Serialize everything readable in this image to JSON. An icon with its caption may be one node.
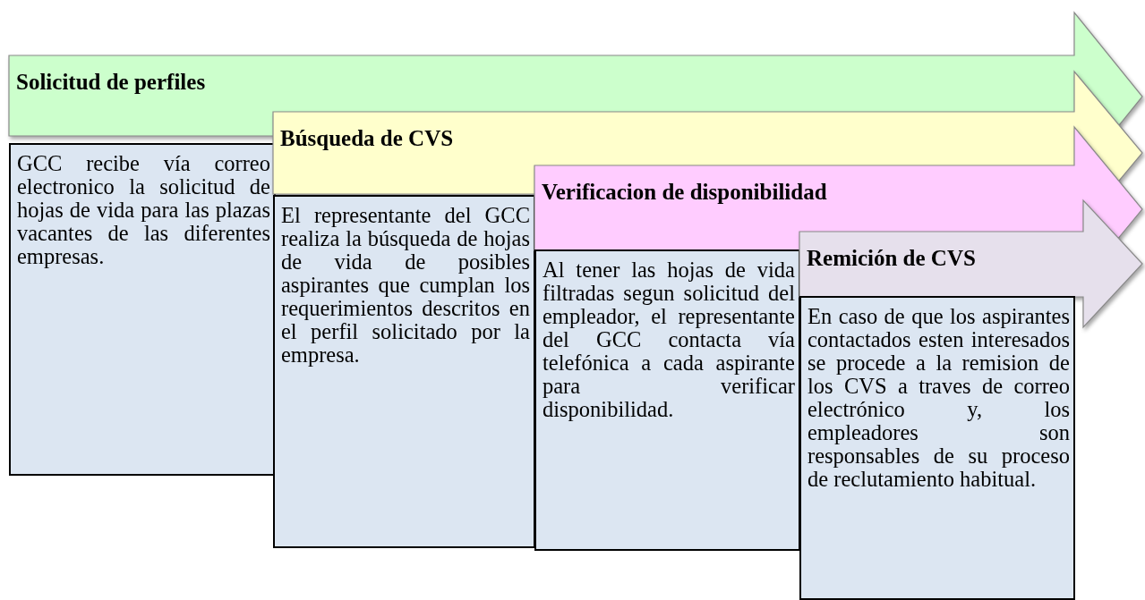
{
  "diagram": {
    "nodes": [
      {
        "text": [
          "Solicitud de perfiles"
        ]
      },
      {
        "text": [
          "GCC recibe vía correo electronico la solicitud de hojas de vida para las plazas vacantes de las diferentes empresas."
        ]
      },
      {
        "text": [
          "Búsqueda de CVS"
        ]
      },
      {
        "text": [
          "El representante del GCC realiza la búsqueda de hojas de vida de posibles aspirantes que cumplan los requerimientos descritos en el perfil solicitado por la empresa."
        ]
      },
      {
        "text": [
          "Verificacion de disponibilidad"
        ]
      },
      {
        "text": [
          "Al tener las hojas de vida filtradas segun solicitud del empleador, el representante del GCC contacta vía telefónica a cada aspirante para verificar disponibilidad."
        ]
      },
      {
        "text": [
          "Remición de CVS"
        ]
      },
      {
        "text": [
          "En caso de que los aspirantes contactados esten interesados se procede a la remision de los CVS a traves de correo electrónico y, los empleadores son responsables de su proceso de reclutamiento habitual."
        ]
      }
    ]
  }
}
